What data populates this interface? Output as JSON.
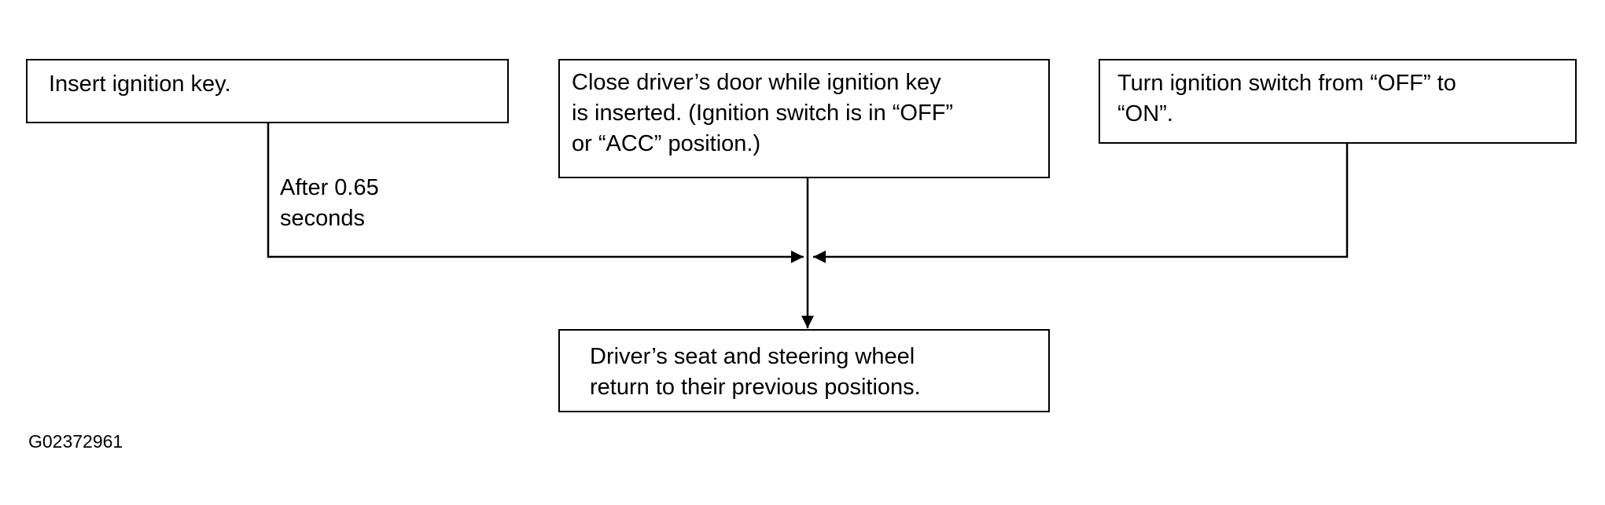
{
  "diagram": {
    "boxes": {
      "insert_key": "Insert ignition key.",
      "close_door": "Close driver’s door while ignition key\nis inserted. (Ignition switch is in “OFF”\nor “ACC” position.)",
      "turn_switch": "Turn ignition switch from “OFF” to\n“ON”.",
      "result": "Driver’s seat and steering wheel\nreturn to their previous positions."
    },
    "edge_labels": {
      "delay": "After 0.65\nseconds"
    },
    "figure_id": "G02372961",
    "colors": {
      "line": "#000000",
      "background": "#ffffff"
    }
  }
}
